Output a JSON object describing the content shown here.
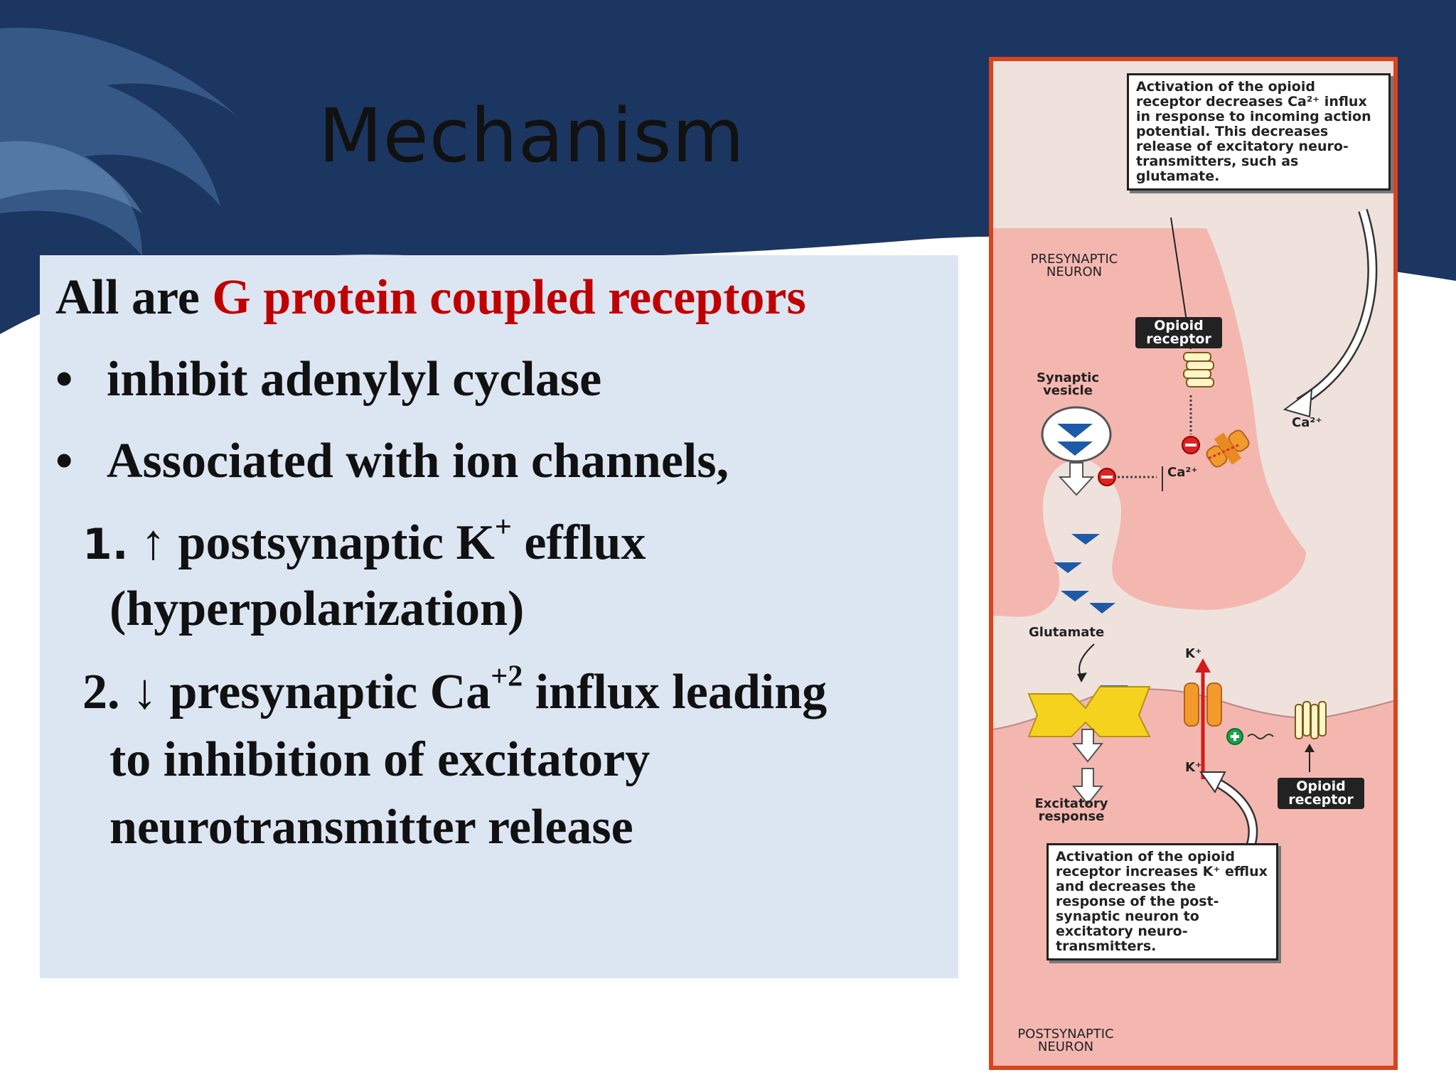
{
  "slide": {
    "title": "Mechanism",
    "heading_prefix": "All are ",
    "heading_highlight": "G protein coupled receptors",
    "bullets": [
      "inhibit adenylyl cyclase",
      "Associated with ion channels,"
    ],
    "bullet_symbol": "•",
    "item1": {
      "number": "1.",
      "arrow": "↑",
      "text_before": "postsynaptic K",
      "superscript": "+",
      "text_after": "efflux",
      "line2": "(hyperpolarization)"
    },
    "item2": {
      "number": "2.",
      "arrow": "↓",
      "text_before": "presynaptic Ca",
      "superscript": "+2",
      "text_after": "influx leading",
      "line2": "to inhibition of excitatory",
      "line3": "neurotransmitter release"
    },
    "colors": {
      "banner": "#1b3660",
      "highlight": "#c00000",
      "content_bg": "#dce6f2",
      "figure_border": "#d9441e"
    }
  },
  "figure": {
    "callout_top": "Activation of the opioid receptor decreases Ca²⁺ influx in response to incoming action potential. This decreases release of excitatory neuro-transmitters, such as glutamate.",
    "presynaptic_label": "PRESYNAPTIC NEURON",
    "opioid_receptor_top": "Opioid receptor",
    "synaptic_vesicle": "Synaptic vesicle",
    "ca_label_1": "Ca²⁺",
    "ca_label_2": "Ca²⁺",
    "glutamate": "Glutamate",
    "k_label_top": "K⁺",
    "k_label_bottom": "K⁺",
    "opioid_receptor_bottom": "Opioid receptor",
    "excitatory_response": "Excitatory response",
    "callout_bottom": "Activation of the opioid receptor increases K⁺ efflux and decreases the response of the post-synaptic neuron to excitatory neuro-transmitters.",
    "postsynaptic_label": "POSTSYNAPTIC NEURON"
  }
}
